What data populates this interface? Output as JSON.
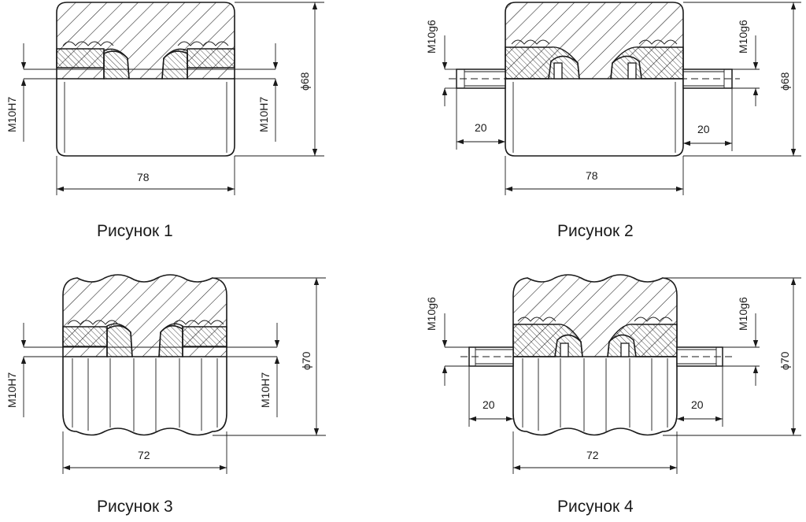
{
  "figures": [
    {
      "caption": "Рисунок 1",
      "width_label": "78",
      "diameter_label": "ϕ68",
      "thread_left": "M10H7",
      "thread_right": "M10H7"
    },
    {
      "caption": "Рисунок 2",
      "width_label": "78",
      "diameter_label": "ϕ68",
      "thread_left": "M10g6",
      "thread_right": "M10g6",
      "stud_left": "20",
      "stud_right": "20"
    },
    {
      "caption": "Рисунок 3",
      "width_label": "72",
      "diameter_label": "ϕ70",
      "thread_left": "M10H7",
      "thread_right": "M10H7"
    },
    {
      "caption": "Рисунок 4",
      "width_label": "72",
      "diameter_label": "ϕ70",
      "thread_left": "M10g6",
      "thread_right": "M10g6",
      "stud_left": "20",
      "stud_right": "20"
    }
  ]
}
